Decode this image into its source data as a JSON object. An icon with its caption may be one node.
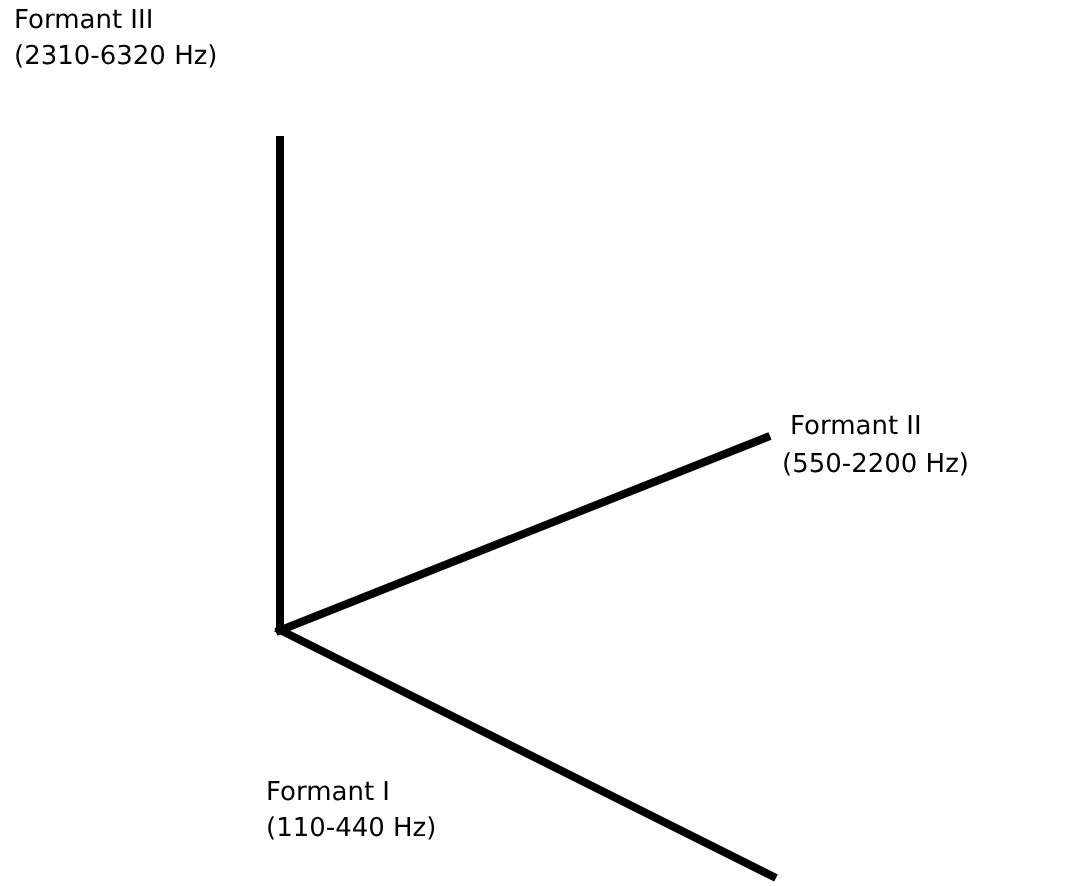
{
  "diagram": {
    "labels": [
      "Formant III",
      "(2310-6320 Hz)",
      "Formant II",
      "(550-2200 Hz)",
      "Formant I",
      "(110-440 Hz)"
    ]
  }
}
